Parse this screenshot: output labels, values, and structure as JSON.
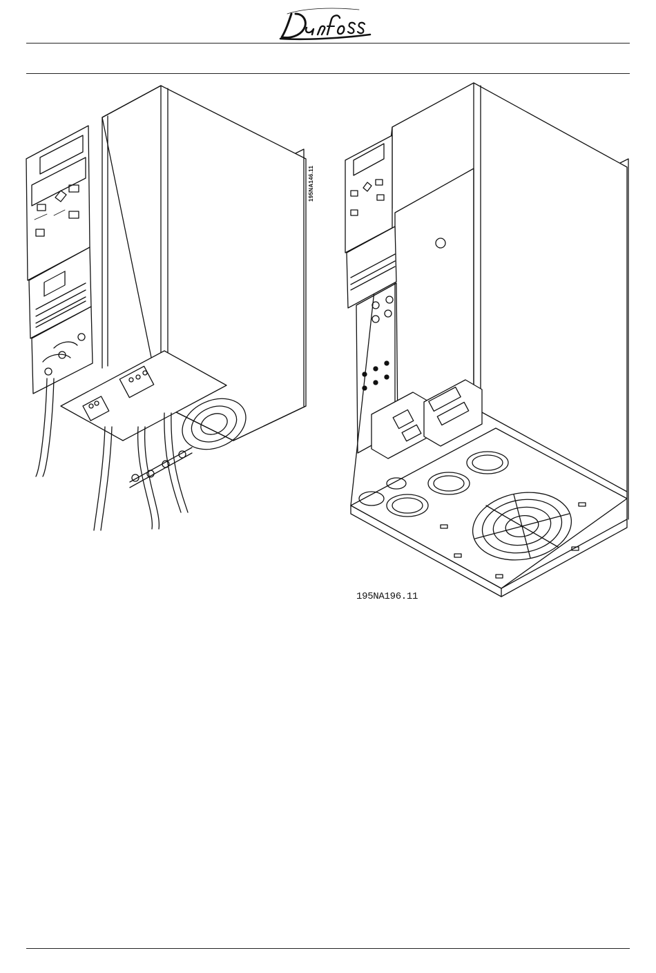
{
  "header": {
    "brand_logo": "Danfoss"
  },
  "figures": [
    {
      "code": "195NA146.11",
      "orientation": "vertical"
    },
    {
      "code": "195NA196.11",
      "orientation": "horizontal"
    }
  ],
  "colors": {
    "ink": "#111111",
    "paper": "#ffffff"
  }
}
